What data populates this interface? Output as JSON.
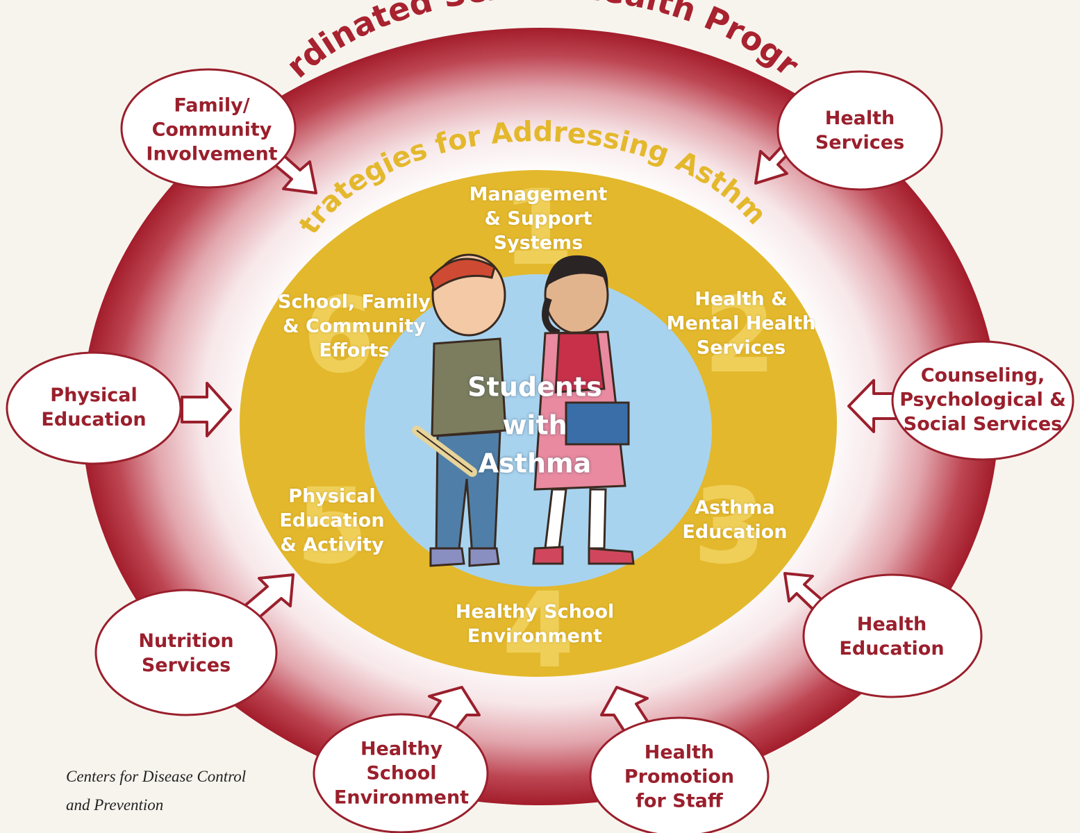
{
  "program_title": "Coordinated School Health Program",
  "strategies_title": "Strategies for Addressing Asthma",
  "center": {
    "lines": [
      "Students",
      "with",
      "Asthma"
    ]
  },
  "strategies": [
    {
      "number": "1",
      "lines": [
        "Management",
        "& Support",
        "Systems"
      ]
    },
    {
      "number": "2",
      "lines": [
        "Health &",
        "Mental Health",
        "Services"
      ]
    },
    {
      "number": "3",
      "lines": [
        "Asthma",
        "Education"
      ]
    },
    {
      "number": "4",
      "lines": [
        "Healthy School",
        "Environment"
      ]
    },
    {
      "number": "5",
      "lines": [
        "Physical",
        "Education",
        "& Activity"
      ]
    },
    {
      "number": "6",
      "lines": [
        "School, Family",
        "& Community",
        "Efforts"
      ]
    }
  ],
  "components": [
    {
      "lines": [
        "Family/",
        "Community",
        "Involvement"
      ]
    },
    {
      "lines": [
        "Health",
        "Services"
      ]
    },
    {
      "lines": [
        "Physical",
        "Education"
      ]
    },
    {
      "lines": [
        "Counseling,",
        "Psychological &",
        "Social Services"
      ]
    },
    {
      "lines": [
        "Nutrition",
        "Services"
      ]
    },
    {
      "lines": [
        "Health",
        "Education"
      ]
    },
    {
      "lines": [
        "Healthy",
        "School",
        "Environment"
      ]
    },
    {
      "lines": [
        "Health",
        "Promotion",
        "for Staff"
      ]
    }
  ],
  "credit": {
    "lines": [
      "Centers for Disease Control",
      "and Prevention"
    ]
  },
  "colors": {
    "ring_red": "#a8222f",
    "ring_inner": "#ffffff",
    "gold": "#e3b82c",
    "center_blue": "#a8d3ef",
    "component_text": "#9a1f2c",
    "strategy_number": "#efcf58"
  }
}
